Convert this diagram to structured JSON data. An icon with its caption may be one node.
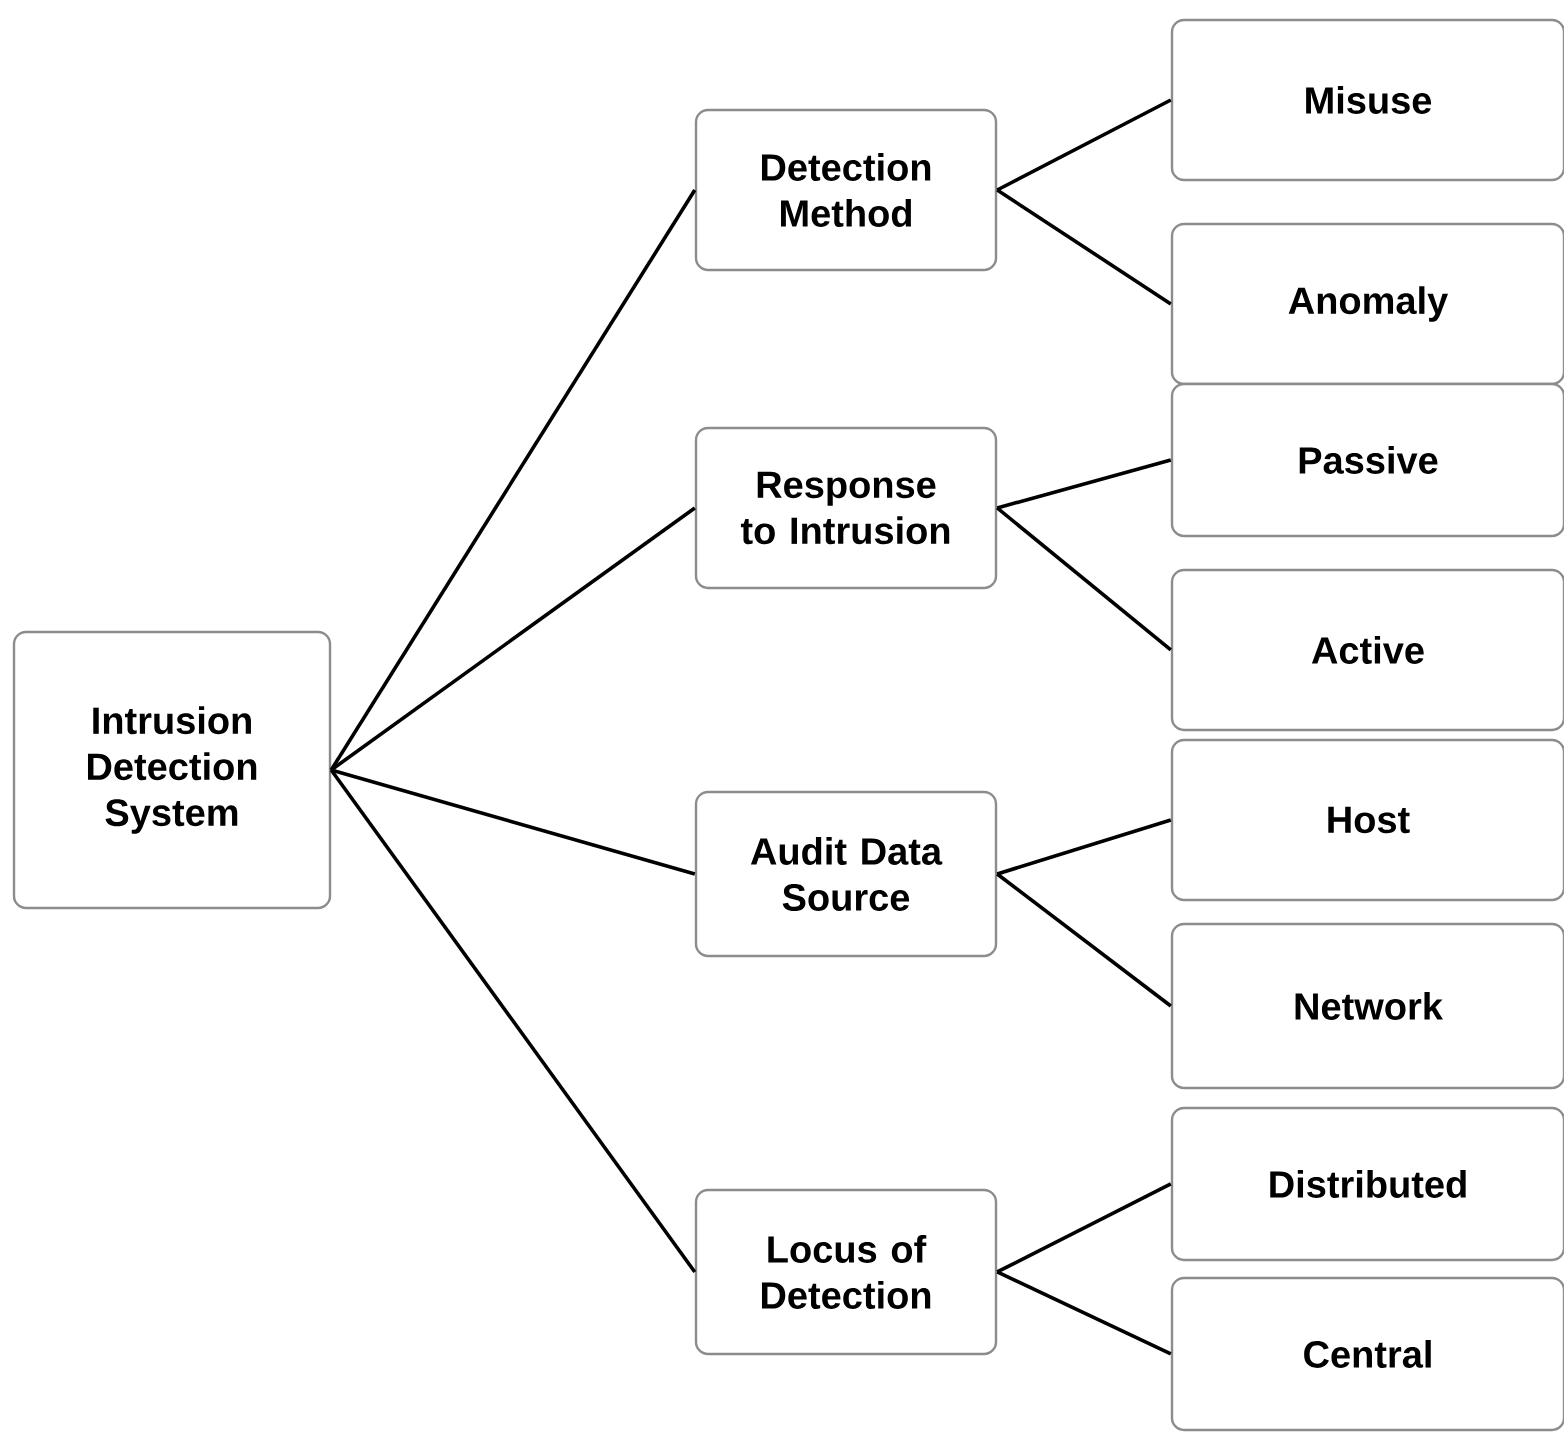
{
  "diagram": {
    "nodes": [
      {
        "text": [
          "Intrusion Detection System"
        ]
      },
      {
        "text": [
          "Detection Method"
        ]
      },
      {
        "text": [
          "Response to Intrusion"
        ]
      },
      {
        "text": [
          "Audit Data Source"
        ]
      },
      {
        "text": [
          "Locus of Detection"
        ]
      },
      {
        "text": [
          "Misuse"
        ]
      },
      {
        "text": [
          "Anomaly"
        ]
      },
      {
        "text": [
          "Passive"
        ]
      },
      {
        "text": [
          "Active"
        ]
      },
      {
        "text": [
          "Host"
        ]
      },
      {
        "text": [
          "Network"
        ]
      },
      {
        "text": [
          "Distributed"
        ]
      },
      {
        "text": [
          "Central"
        ]
      }
    ],
    "edges": [
      {
        "from": 0,
        "to": 1,
        "arrow": "none"
      },
      {
        "from": 0,
        "to": 2,
        "arrow": "none"
      },
      {
        "from": 0,
        "to": 3,
        "arrow": "none"
      },
      {
        "from": 0,
        "to": 4,
        "arrow": "none"
      },
      {
        "from": 1,
        "to": 5,
        "arrow": "none"
      },
      {
        "from": 1,
        "to": 6,
        "arrow": "none"
      },
      {
        "from": 2,
        "to": 7,
        "arrow": "none"
      },
      {
        "from": 2,
        "to": 8,
        "arrow": "none"
      },
      {
        "from": 3,
        "to": 9,
        "arrow": "none"
      },
      {
        "from": 3,
        "to": 10,
        "arrow": "none"
      },
      {
        "from": 4,
        "to": 11,
        "arrow": "none"
      },
      {
        "from": 4,
        "to": 12,
        "arrow": "none"
      }
    ]
  }
}
